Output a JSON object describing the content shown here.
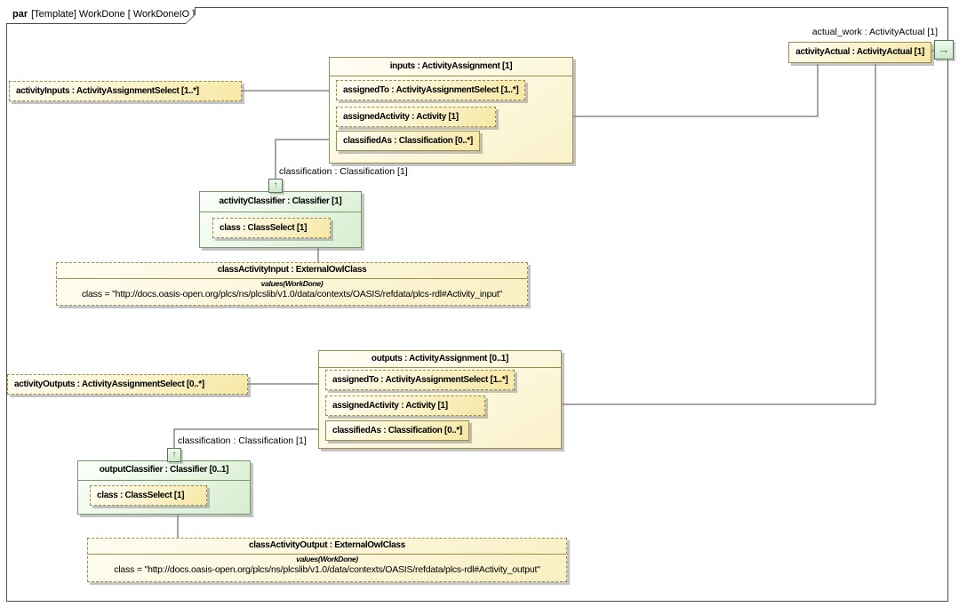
{
  "frame": {
    "keyword": "par",
    "title": "[Template] WorkDone [ WorkDoneIO ]"
  },
  "icons": {
    "flow_out_arrow": "→",
    "flow_in_arrow": "↑"
  },
  "activityActual": {
    "label": "activityActual : ActivityActual [1]",
    "port_label": "actual_work : ActivityActual [1]"
  },
  "activityInputs": {
    "label": "activityInputs : ActivityAssignmentSelect [1..*]"
  },
  "inputs": {
    "header": "inputs : ActivityAssignment [1]",
    "assignedTo": "assignedTo : ActivityAssignmentSelect [1..*]",
    "assignedActivity": "assignedActivity : Activity [1]",
    "classifiedAs": "classifiedAs : Classification [0..*]"
  },
  "inputClassification": {
    "label": "classification : Classification [1]"
  },
  "activityClassifier": {
    "header": "activityClassifier : Classifier [1]",
    "class": "class : ClassSelect [1]"
  },
  "classActivityInput": {
    "header": "classActivityInput : ExternalOwlClass",
    "stereotype": "values(WorkDone)",
    "value": "class = \"http://docs.oasis-open.org/plcs/ns/plcslib/v1.0/data/contexts/OASIS/refdata/plcs-rdl#Activity_input\""
  },
  "outputs": {
    "header": "outputs : ActivityAssignment [0..1]",
    "assignedTo": "assignedTo : ActivityAssignmentSelect [1..*]",
    "assignedActivity": "assignedActivity : Activity [1]",
    "classifiedAs": "classifiedAs : Classification [0..*]"
  },
  "activityOutputs": {
    "label": "activityOutputs : ActivityAssignmentSelect [0..*]"
  },
  "outputClassification": {
    "label": "classification : Classification [1]"
  },
  "outputClassifier": {
    "header": "outputClassifier : Classifier [0..1]",
    "class": "class : ClassSelect [1]"
  },
  "classActivityOutput": {
    "header": "classActivityOutput : ExternalOwlClass",
    "stereotype": "values(WorkDone)",
    "value": "class = \"http://docs.oasis-open.org/plcs/ns/plcslib/v1.0/data/contexts/OASIS/refdata/plcs-rdl#Activity_output\""
  },
  "colors": {
    "yellow_border": "#9c8d4e",
    "green_border": "#789a68",
    "port_arrow": "#2e7d32",
    "connector": "#4d4d4d"
  }
}
